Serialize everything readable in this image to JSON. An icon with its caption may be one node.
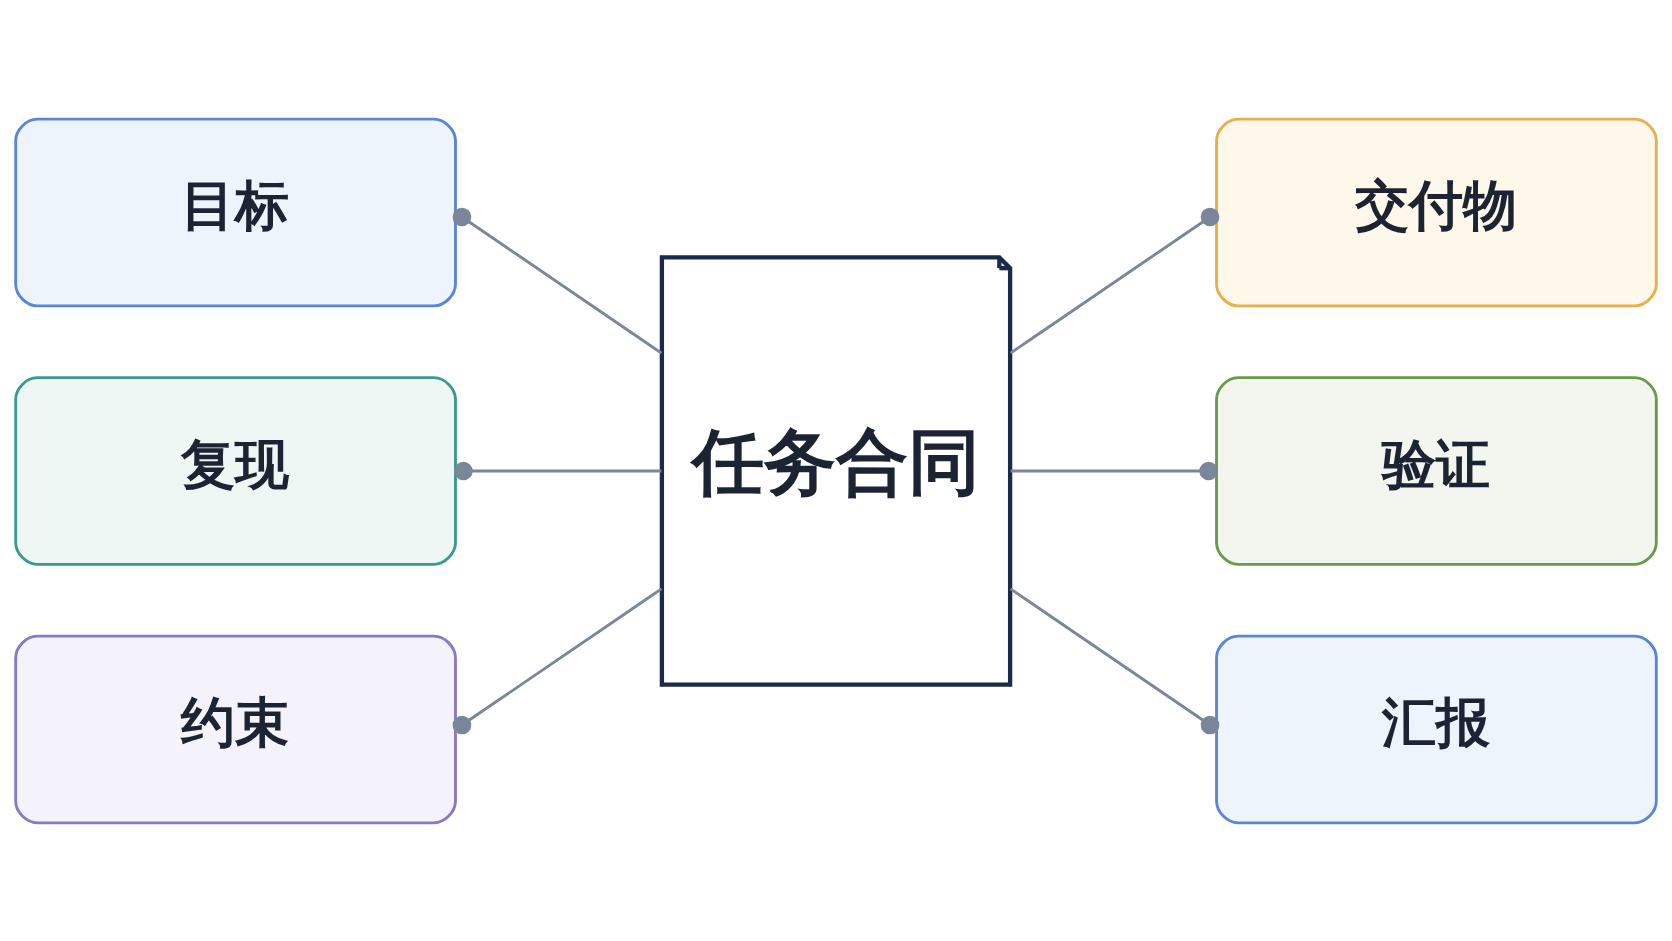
{
  "diagram": {
    "nodes": [
      {
        "text": [
          "目标"
        ]
      },
      {
        "text": [
          "复现"
        ]
      },
      {
        "text": [
          "约束"
        ]
      },
      {
        "text": [
          "任务合同"
        ]
      },
      {
        "text": [
          "交付物"
        ]
      },
      {
        "text": [
          "验证"
        ]
      },
      {
        "text": [
          "汇报"
        ]
      }
    ],
    "edges": [
      {
        "from": 0,
        "to": 3,
        "arrow": "other"
      },
      {
        "from": 1,
        "to": 3,
        "arrow": "other"
      },
      {
        "from": 2,
        "to": 3,
        "arrow": "other"
      },
      {
        "from": 3,
        "to": 4,
        "arrow": "other"
      },
      {
        "from": 3,
        "to": 5,
        "arrow": "other"
      },
      {
        "from": 3,
        "to": 6,
        "arrow": "other"
      }
    ]
  }
}
